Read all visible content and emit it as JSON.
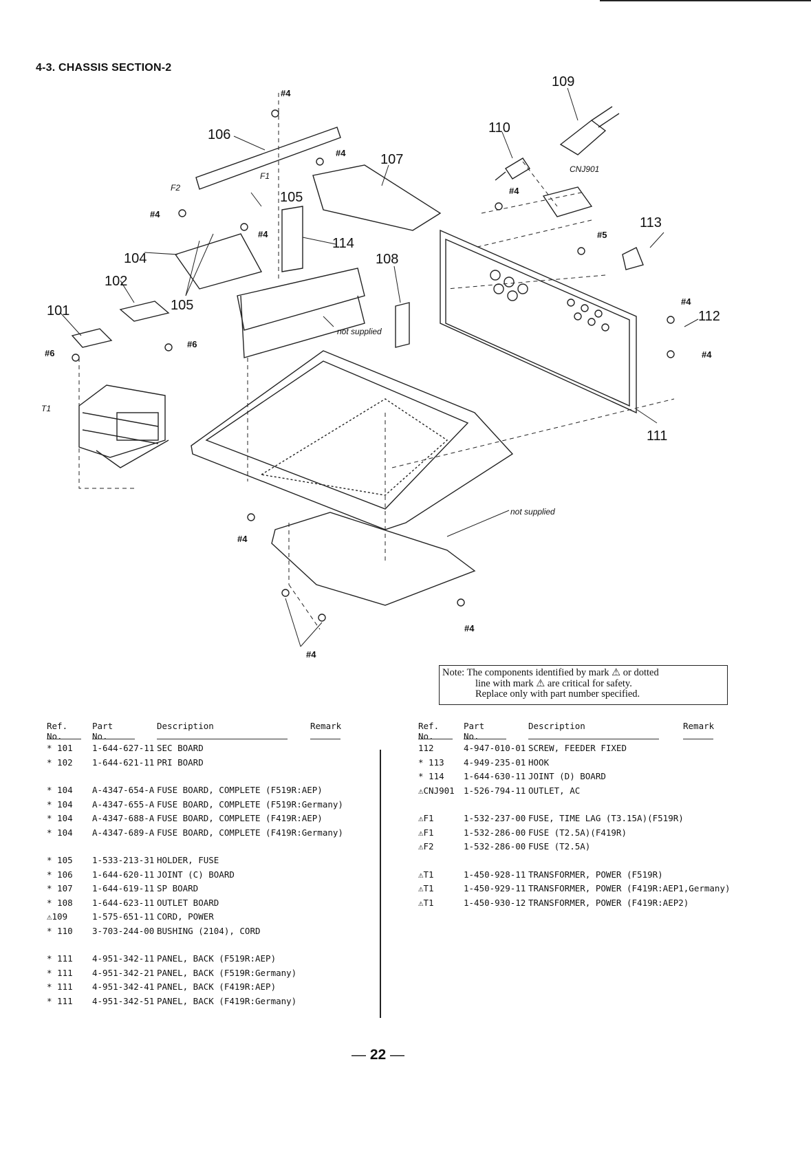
{
  "section_title": "4-3. CHASSIS SECTION-2",
  "diagram": {
    "callouts": {
      "c101": "101",
      "c102": "102",
      "c104": "104",
      "c105a": "105",
      "c105b": "105",
      "c106": "106",
      "c107": "107",
      "c108": "108",
      "c109": "109",
      "c110": "110",
      "c111": "111",
      "c112": "112",
      "c113": "113",
      "c114": "114"
    },
    "screws": {
      "s4": "#4",
      "s5": "#5",
      "s6": "#6"
    },
    "labels": {
      "f1": "F1",
      "f2": "F2",
      "t1": "T1",
      "cnj901": "CNJ901",
      "not_supplied": "not supplied"
    }
  },
  "note": {
    "line1": "Note: The components identified by mark ⚠ or dotted",
    "line2": "line with mark ⚠ are critical for safety.",
    "line3": "Replace only with part number specified."
  },
  "table_headers": {
    "ref": "Ref. No.",
    "part": "Part No.",
    "desc": "Description",
    "remark": "Remark"
  },
  "parts_left": [
    {
      "ref": "* 101",
      "part": "1-644-627-11",
      "desc": "SEC BOARD"
    },
    {
      "ref": "* 102",
      "part": "1-644-621-11",
      "desc": "PRI BOARD"
    },
    {
      "gap": true
    },
    {
      "ref": "* 104",
      "part": "A-4347-654-A",
      "desc": "FUSE BOARD, COMPLETE (F519R:AEP)"
    },
    {
      "ref": "* 104",
      "part": "A-4347-655-A",
      "desc": "FUSE BOARD, COMPLETE (F519R:Germany)"
    },
    {
      "ref": "* 104",
      "part": "A-4347-688-A",
      "desc": "FUSE BOARD, COMPLETE (F419R:AEP)"
    },
    {
      "ref": "* 104",
      "part": "A-4347-689-A",
      "desc": "FUSE BOARD, COMPLETE (F419R:Germany)"
    },
    {
      "gap": true
    },
    {
      "ref": "* 105",
      "part": "1-533-213-31",
      "desc": "HOLDER, FUSE"
    },
    {
      "ref": "* 106",
      "part": "1-644-620-11",
      "desc": "JOINT (C) BOARD"
    },
    {
      "ref": "* 107",
      "part": "1-644-619-11",
      "desc": "SP BOARD"
    },
    {
      "ref": "* 108",
      "part": "1-644-623-11",
      "desc": "OUTLET BOARD"
    },
    {
      "ref": "⚠109",
      "part": "1-575-651-11",
      "desc": "CORD, POWER"
    },
    {
      "ref": "* 110",
      "part": "3-703-244-00",
      "desc": "BUSHING (2104), CORD"
    },
    {
      "gap": true
    },
    {
      "ref": "* 111",
      "part": "4-951-342-11",
      "desc": "PANEL, BACK (F519R:AEP)"
    },
    {
      "ref": "* 111",
      "part": "4-951-342-21",
      "desc": "PANEL, BACK (F519R:Germany)"
    },
    {
      "ref": "* 111",
      "part": "4-951-342-41",
      "desc": "PANEL, BACK (F419R:AEP)"
    },
    {
      "ref": "* 111",
      "part": "4-951-342-51",
      "desc": "PANEL, BACK (F419R:Germany)"
    }
  ],
  "parts_right": [
    {
      "ref": "112",
      "part": "4-947-010-01",
      "desc": "SCREW, FEEDER FIXED"
    },
    {
      "ref": "* 113",
      "part": "4-949-235-01",
      "desc": "HOOK"
    },
    {
      "ref": "* 114",
      "part": "1-644-630-11",
      "desc": "JOINT (D) BOARD"
    },
    {
      "ref": "⚠CNJ901",
      "part": "1-526-794-11",
      "desc": "OUTLET, AC"
    },
    {
      "gap": true
    },
    {
      "ref": "⚠F1",
      "part": "1-532-237-00",
      "desc": "FUSE, TIME LAG (T3.15A)(F519R)"
    },
    {
      "ref": "⚠F1",
      "part": "1-532-286-00",
      "desc": "FUSE (T2.5A)(F419R)"
    },
    {
      "ref": "⚠F2",
      "part": "1-532-286-00",
      "desc": "FUSE (T2.5A)"
    },
    {
      "gap": true
    },
    {
      "ref": "⚠T1",
      "part": "1-450-928-11",
      "desc": "TRANSFORMER, POWER (F519R)"
    },
    {
      "ref": "⚠T1",
      "part": "1-450-929-11",
      "desc": "TRANSFORMER, POWER (F419R:AEP1,Germany)"
    },
    {
      "ref": "⚠T1",
      "part": "1-450-930-12",
      "desc": "TRANSFORMER, POWER (F419R:AEP2)"
    }
  ],
  "page_number": "22"
}
